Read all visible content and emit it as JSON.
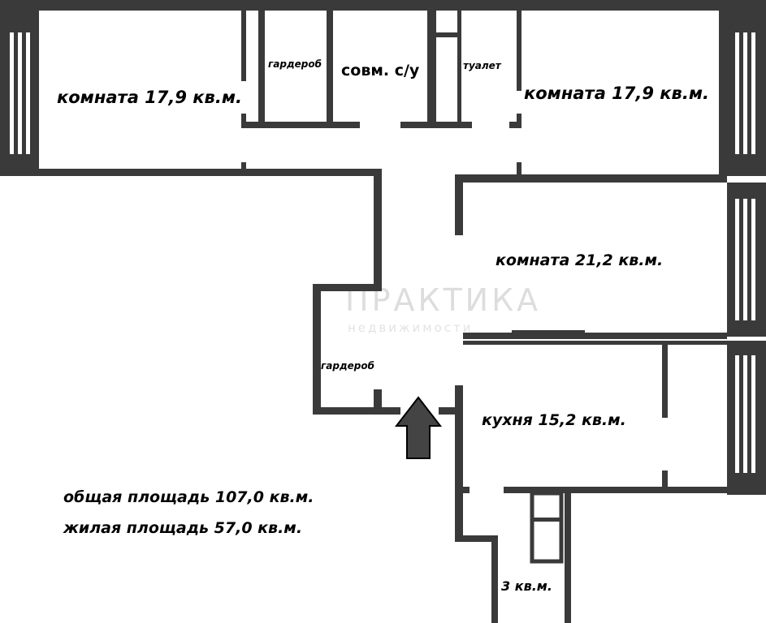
{
  "rooms": {
    "room_top_left": "комната 17,9 кв.м.",
    "wardrobe_top": "гардероб",
    "bathroom": "совм. с/у",
    "toilet": "туалет",
    "room_top_right": "комната 17,9 кв.м.",
    "room_middle": "комната 21,2 кв.м.",
    "wardrobe_hall": "гардероб",
    "kitchen": "кухня 15,2 кв.м.",
    "balcony": "3 кв.м."
  },
  "totals": {
    "total_area": "общая площадь 107,0 кв.м.",
    "living_area": "жилая площадь 57,0 кв.м."
  },
  "watermark": {
    "title": "ПРАКТИКА",
    "subtitle": "недвижимости"
  },
  "colors": {
    "wall": "#3a3a3a",
    "window": "#3a3a3a"
  }
}
